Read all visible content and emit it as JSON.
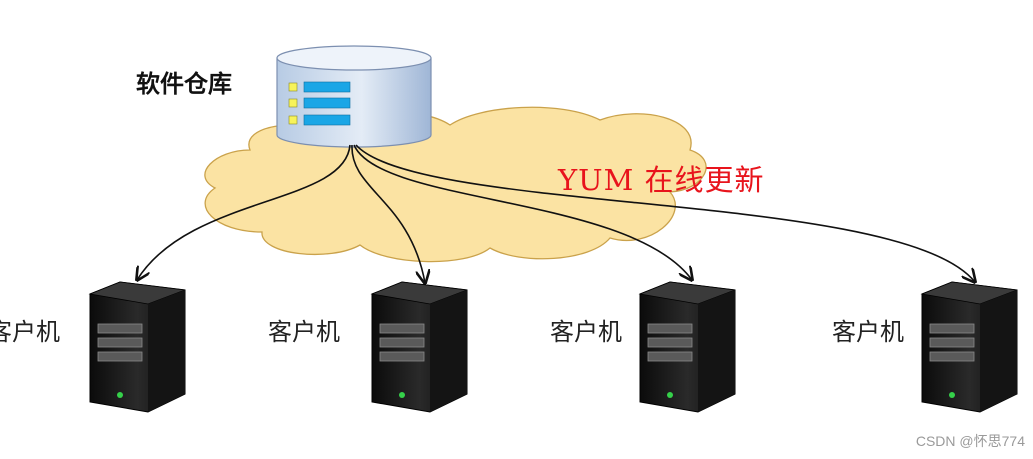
{
  "repository": {
    "label": "软件仓库"
  },
  "update": {
    "label": "YUM 在线更新",
    "color": "#e8141c"
  },
  "clients": [
    {
      "label": "客户机"
    },
    {
      "label": "客户机"
    },
    {
      "label": "客户机"
    },
    {
      "label": "客户机"
    }
  ],
  "watermark": "CSDN @怀思774",
  "colors": {
    "cloud": "#fbe3a3",
    "cloud_outline": "#caa24b",
    "db_body": "#c7d6ea",
    "db_bars": "#1aa6e6",
    "db_bullets": "#f7f35a"
  }
}
